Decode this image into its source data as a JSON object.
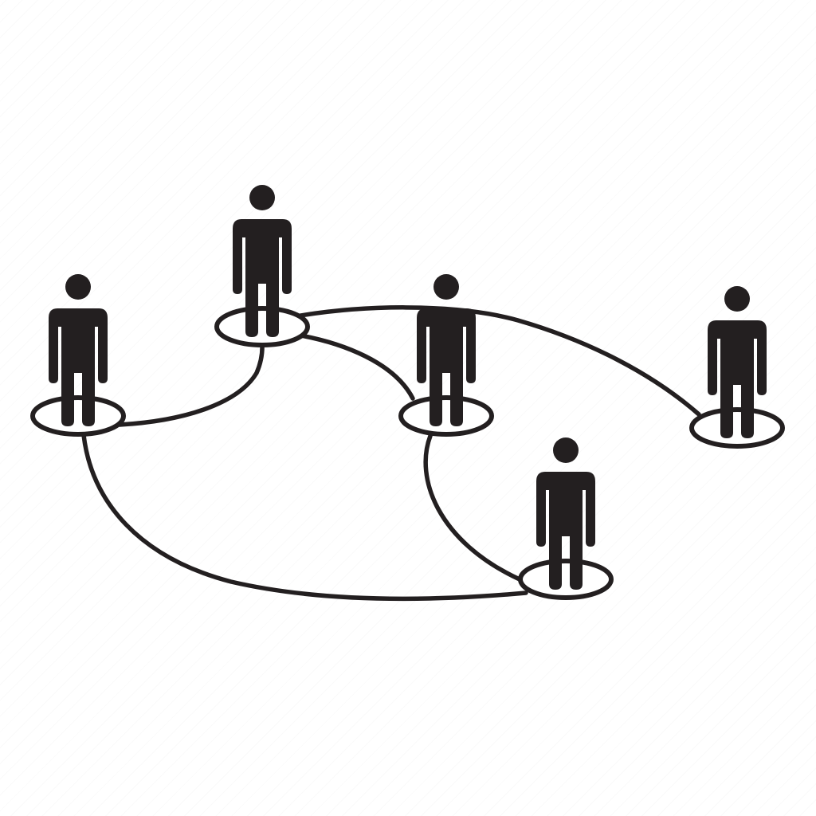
{
  "icon": {
    "name": "people-network-icon",
    "color": "#231f20",
    "background": "#ffffff"
  },
  "people": [
    {
      "id": "person-left"
    },
    {
      "id": "person-top"
    },
    {
      "id": "person-center"
    },
    {
      "id": "person-right"
    },
    {
      "id": "person-bottom"
    }
  ],
  "connections": [
    {
      "from": "person-left",
      "to": "person-top"
    },
    {
      "from": "person-left",
      "to": "person-bottom"
    },
    {
      "from": "person-top",
      "to": "person-center"
    },
    {
      "from": "person-top",
      "to": "person-right"
    },
    {
      "from": "person-center",
      "to": "person-bottom"
    }
  ]
}
